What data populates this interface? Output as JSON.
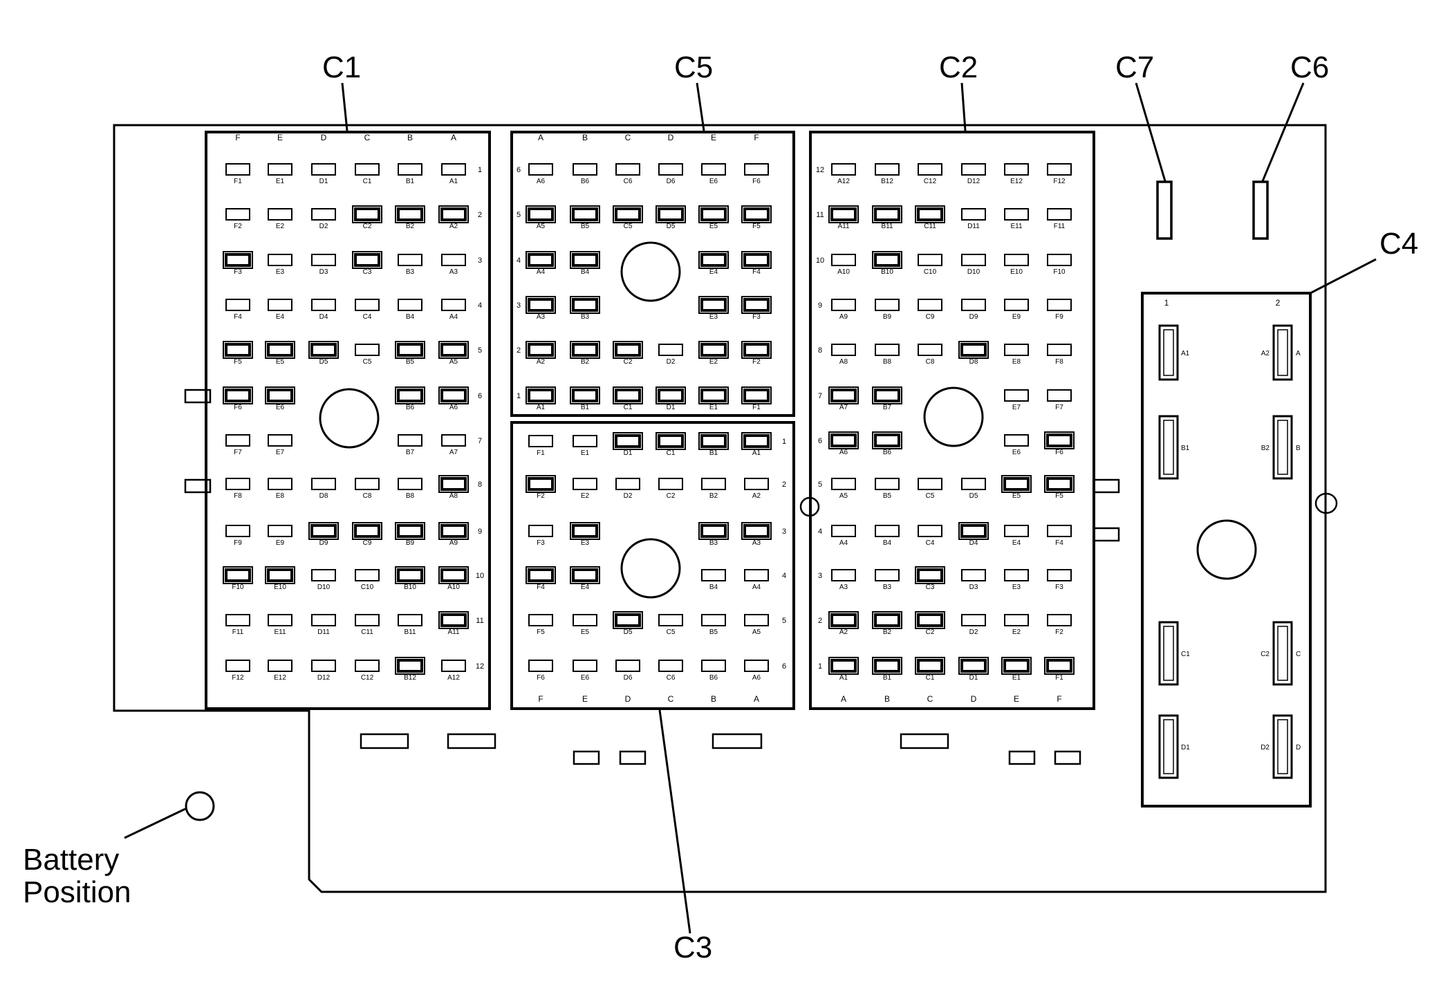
{
  "labels": {
    "c1": "C1",
    "c2": "C2",
    "c3": "C3",
    "c4": "C4",
    "c5": "C5",
    "c6": "C6",
    "c7": "C7",
    "battery_line1": "Battery",
    "battery_line2": "Position"
  },
  "c1": {
    "columns": [
      "F",
      "E",
      "D",
      "C",
      "B",
      "A"
    ],
    "rows": [
      "1",
      "2",
      "3",
      "4",
      "5",
      "6",
      "7",
      "8",
      "9",
      "10",
      "11",
      "12"
    ],
    "cells": [
      [
        "F1",
        "E1",
        "D1",
        "C1",
        "B1",
        "A1"
      ],
      [
        "F2",
        "E2",
        "D2",
        "C2",
        "B2",
        "A2"
      ],
      [
        "F3",
        "E3",
        "D3",
        "C3",
        "B3",
        "A3"
      ],
      [
        "F4",
        "E4",
        "D4",
        "C4",
        "B4",
        "A4"
      ],
      [
        "F5",
        "E5",
        "D5",
        "C5",
        "B5",
        "A5"
      ],
      [
        "F6",
        "E6",
        "",
        "",
        "B6",
        "A6"
      ],
      [
        "F7",
        "E7",
        "",
        "",
        "B7",
        "A7"
      ],
      [
        "F8",
        "E8",
        "D8",
        "C8",
        "B8",
        "A8"
      ],
      [
        "F9",
        "E9",
        "D9",
        "C9",
        "B9",
        "A9"
      ],
      [
        "F10",
        "E10",
        "D10",
        "C10",
        "B10",
        "A10"
      ],
      [
        "F11",
        "E11",
        "D11",
        "C11",
        "B11",
        "A11"
      ],
      [
        "F12",
        "E12",
        "D12",
        "C12",
        "B12",
        "A12"
      ]
    ]
  },
  "c5": {
    "columns": [
      "A",
      "B",
      "C",
      "D",
      "E",
      "F"
    ],
    "rows": [
      "6",
      "5",
      "4",
      "3",
      "2",
      "1"
    ],
    "cells": [
      [
        "A6",
        "B6",
        "C6",
        "D6",
        "E6",
        "F6"
      ],
      [
        "A5",
        "B5",
        "C5",
        "D5",
        "E5",
        "F5"
      ],
      [
        "A4",
        "B4",
        "",
        "",
        "E4",
        "F4"
      ],
      [
        "A3",
        "B3",
        "",
        "",
        "E3",
        "F3"
      ],
      [
        "A2",
        "B2",
        "C2",
        "D2",
        "E2",
        "F2"
      ],
      [
        "A1",
        "B1",
        "C1",
        "D1",
        "E1",
        "F1"
      ]
    ]
  },
  "c3": {
    "columns": [
      "F",
      "E",
      "D",
      "C",
      "B",
      "A"
    ],
    "rows": [
      "1",
      "2",
      "3",
      "4",
      "5",
      "6"
    ],
    "cells": [
      [
        "F1",
        "E1",
        "D1",
        "C1",
        "B1",
        "A1"
      ],
      [
        "F2",
        "E2",
        "D2",
        "C2",
        "B2",
        "A2"
      ],
      [
        "F3",
        "E3",
        "",
        "",
        "B3",
        "A3"
      ],
      [
        "F4",
        "E4",
        "",
        "",
        "B4",
        "A4"
      ],
      [
        "F5",
        "E5",
        "D5",
        "C5",
        "B5",
        "A5"
      ],
      [
        "F6",
        "E6",
        "D6",
        "C6",
        "B6",
        "A6"
      ]
    ]
  },
  "c2": {
    "columns": [
      "A",
      "B",
      "C",
      "D",
      "E",
      "F"
    ],
    "rows": [
      "12",
      "11",
      "10",
      "9",
      "8",
      "7",
      "6",
      "5",
      "4",
      "3",
      "2",
      "1"
    ],
    "cells": [
      [
        "A12",
        "B12",
        "C12",
        "D12",
        "E12",
        "F12"
      ],
      [
        "A11",
        "B11",
        "C11",
        "D11",
        "E11",
        "F11"
      ],
      [
        "A10",
        "B10",
        "C10",
        "D10",
        "E10",
        "F10"
      ],
      [
        "A9",
        "B9",
        "C9",
        "D9",
        "E9",
        "F9"
      ],
      [
        "A8",
        "B8",
        "C8",
        "D8",
        "E8",
        "F8"
      ],
      [
        "A7",
        "B7",
        "",
        "",
        "E7",
        "F7"
      ],
      [
        "A6",
        "B6",
        "",
        "",
        "E6",
        "F6"
      ],
      [
        "A5",
        "B5",
        "C5",
        "D5",
        "E5",
        "F5"
      ],
      [
        "A4",
        "B4",
        "C4",
        "D4",
        "E4",
        "F4"
      ],
      [
        "A3",
        "B3",
        "C3",
        "D3",
        "E3",
        "F3"
      ],
      [
        "A2",
        "B2",
        "C2",
        "D2",
        "E2",
        "F2"
      ],
      [
        "A1",
        "B1",
        "C1",
        "D1",
        "E1",
        "F1"
      ]
    ]
  },
  "c4": {
    "columns": [
      "1",
      "2"
    ],
    "left": [
      "A1",
      "B1",
      "C1",
      "D1"
    ],
    "right": [
      "A2",
      "B2",
      "C2",
      "D2"
    ],
    "right_letters": [
      "A",
      "B",
      "C",
      "D"
    ]
  }
}
